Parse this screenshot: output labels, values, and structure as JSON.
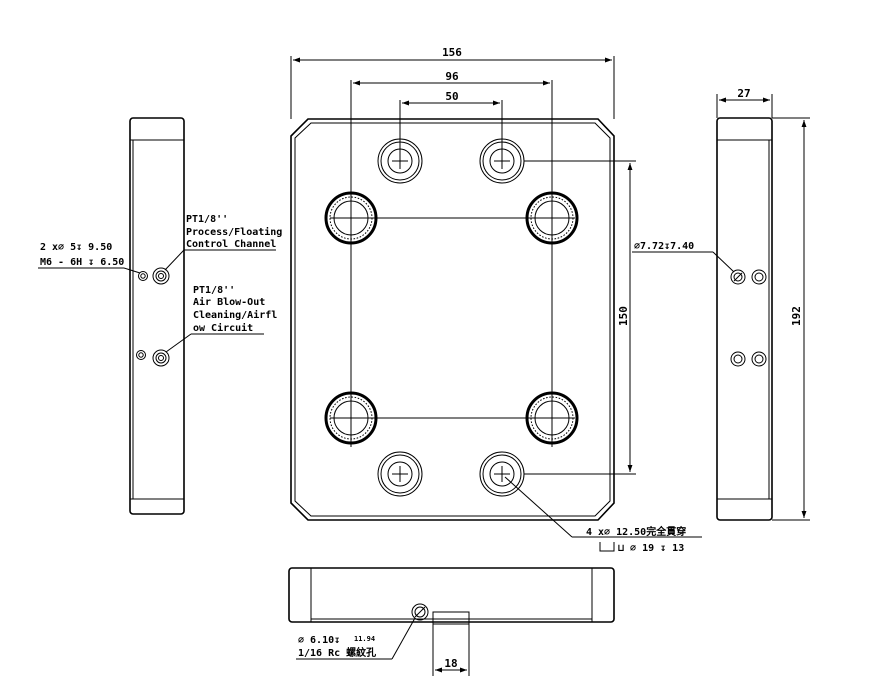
{
  "front_view": {
    "dim_overall_width": "156",
    "dim_outer_hole_spacing": "96",
    "dim_inner_hole_spacing": "50",
    "dim_vertical_spacing": "150",
    "through_hole_callout": [
      "4 x∅ 12.50完全貫穿",
      "⊔ ∅ 19 ↧ 13"
    ]
  },
  "left_view": {
    "tapped_hole_callout": [
      "2 x∅ 5↧ 9.50",
      "M6 - 6H ↧ 6.50"
    ],
    "port_1_callout": [
      "PT1/8''",
      "Process/Floating",
      "Control Channel"
    ],
    "port_2_callout": [
      "PT1/8''",
      "Air Blow-Out",
      "Cleaning/Airfl",
      "ow Circuit"
    ]
  },
  "right_view": {
    "dim_thickness": "27",
    "dim_overall_height": "192",
    "hole_callout": "∅7.72↧7.40"
  },
  "bottom_view": {
    "hole_callout": [
      "∅ 6.10↧",
      "1/16 Rc 螺紋孔"
    ],
    "hole_depth_small": "11.94",
    "dim_boss_width": "18"
  }
}
